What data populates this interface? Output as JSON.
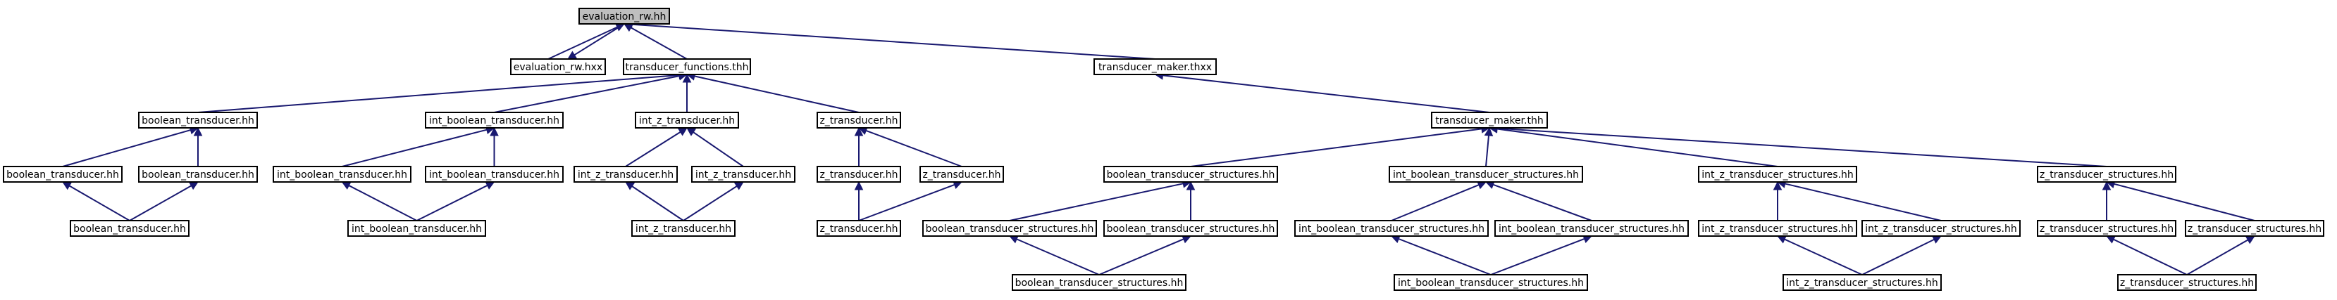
{
  "diagram": {
    "colors": {
      "edge": "#191970",
      "root_fill": "#bfbfbf",
      "node_fill": "#ffffff",
      "border": "#000000"
    },
    "nodes": [
      {
        "id": "evaluation_rw_hh",
        "label": "evaluation_rw.hh",
        "root": true
      },
      {
        "id": "evaluation_rw_hxx",
        "label": "evaluation_rw.hxx"
      },
      {
        "id": "transducer_functions_thh",
        "label": "transducer_functions.thh"
      },
      {
        "id": "transducer_maker_thxx",
        "label": "transducer_maker.thxx"
      },
      {
        "id": "boolean_transducer_hh_1",
        "label": "boolean_transducer.hh"
      },
      {
        "id": "int_boolean_transducer_hh_1",
        "label": "int_boolean_transducer.hh"
      },
      {
        "id": "int_z_transducer_hh_1",
        "label": "int_z_transducer.hh"
      },
      {
        "id": "z_transducer_hh_1",
        "label": "z_transducer.hh"
      },
      {
        "id": "transducer_maker_thh",
        "label": "transducer_maker.thh"
      },
      {
        "id": "boolean_transducer_hh_2a",
        "label": "boolean_transducer.hh"
      },
      {
        "id": "boolean_transducer_hh_2b",
        "label": "boolean_transducer.hh"
      },
      {
        "id": "int_boolean_transducer_hh_2a",
        "label": "int_boolean_transducer.hh"
      },
      {
        "id": "int_boolean_transducer_hh_2b",
        "label": "int_boolean_transducer.hh"
      },
      {
        "id": "int_z_transducer_hh_2a",
        "label": "int_z_transducer.hh"
      },
      {
        "id": "int_z_transducer_hh_2b",
        "label": "int_z_transducer.hh"
      },
      {
        "id": "z_transducer_hh_2a",
        "label": "z_transducer.hh"
      },
      {
        "id": "z_transducer_hh_2b",
        "label": "z_transducer.hh"
      },
      {
        "id": "boolean_transducer_structures_hh_1",
        "label": "boolean_transducer_structures.hh"
      },
      {
        "id": "int_boolean_transducer_structures_hh_1",
        "label": "int_boolean_transducer_structures.hh"
      },
      {
        "id": "int_z_transducer_structures_hh_1",
        "label": "int_z_transducer_structures.hh"
      },
      {
        "id": "z_transducer_structures_hh_1",
        "label": "z_transducer_structures.hh"
      },
      {
        "id": "boolean_transducer_hh_3",
        "label": "boolean_transducer.hh"
      },
      {
        "id": "int_boolean_transducer_hh_3",
        "label": "int_boolean_transducer.hh"
      },
      {
        "id": "int_z_transducer_hh_3",
        "label": "int_z_transducer.hh"
      },
      {
        "id": "z_transducer_hh_3",
        "label": "z_transducer.hh"
      },
      {
        "id": "boolean_transducer_structures_hh_2a",
        "label": "boolean_transducer_structures.hh"
      },
      {
        "id": "boolean_transducer_structures_hh_2b",
        "label": "boolean_transducer_structures.hh"
      },
      {
        "id": "int_boolean_transducer_structures_hh_2a",
        "label": "int_boolean_transducer_structures.hh"
      },
      {
        "id": "int_boolean_transducer_structures_hh_2b",
        "label": "int_boolean_transducer_structures.hh"
      },
      {
        "id": "int_z_transducer_structures_hh_2a",
        "label": "int_z_transducer_structures.hh"
      },
      {
        "id": "int_z_transducer_structures_hh_2b",
        "label": "int_z_transducer_structures.hh"
      },
      {
        "id": "z_transducer_structures_hh_2a",
        "label": "z_transducer_structures.hh"
      },
      {
        "id": "z_transducer_structures_hh_2b",
        "label": "z_transducer_structures.hh"
      },
      {
        "id": "boolean_transducer_structures_hh_3",
        "label": "boolean_transducer_structures.hh"
      },
      {
        "id": "int_boolean_transducer_structures_hh_3",
        "label": "int_boolean_transducer_structures.hh"
      },
      {
        "id": "int_z_transducer_structures_hh_3",
        "label": "int_z_transducer_structures.hh"
      },
      {
        "id": "z_transducer_structures_hh_3",
        "label": "z_transducer_structures.hh"
      }
    ],
    "edges": [
      {
        "from": "evaluation_rw_hxx",
        "to": "evaluation_rw_hh"
      },
      {
        "from": "evaluation_rw_hh",
        "to": "evaluation_rw_hxx"
      },
      {
        "from": "transducer_functions_thh",
        "to": "evaluation_rw_hh"
      },
      {
        "from": "transducer_maker_thxx",
        "to": "evaluation_rw_hh"
      },
      {
        "from": "boolean_transducer_hh_1",
        "to": "transducer_functions_thh"
      },
      {
        "from": "int_boolean_transducer_hh_1",
        "to": "transducer_functions_thh"
      },
      {
        "from": "int_z_transducer_hh_1",
        "to": "transducer_functions_thh"
      },
      {
        "from": "z_transducer_hh_1",
        "to": "transducer_functions_thh"
      },
      {
        "from": "transducer_maker_thh",
        "to": "transducer_maker_thxx"
      },
      {
        "from": "boolean_transducer_hh_2a",
        "to": "boolean_transducer_hh_1"
      },
      {
        "from": "boolean_transducer_hh_2b",
        "to": "boolean_transducer_hh_1"
      },
      {
        "from": "boolean_transducer_hh_3",
        "to": "boolean_transducer_hh_2a"
      },
      {
        "from": "boolean_transducer_hh_3",
        "to": "boolean_transducer_hh_2b"
      },
      {
        "from": "int_boolean_transducer_hh_2a",
        "to": "int_boolean_transducer_hh_1"
      },
      {
        "from": "int_boolean_transducer_hh_2b",
        "to": "int_boolean_transducer_hh_1"
      },
      {
        "from": "int_boolean_transducer_hh_3",
        "to": "int_boolean_transducer_hh_2a"
      },
      {
        "from": "int_boolean_transducer_hh_3",
        "to": "int_boolean_transducer_hh_2b"
      },
      {
        "from": "int_z_transducer_hh_2a",
        "to": "int_z_transducer_hh_1"
      },
      {
        "from": "int_z_transducer_hh_2b",
        "to": "int_z_transducer_hh_1"
      },
      {
        "from": "int_z_transducer_hh_3",
        "to": "int_z_transducer_hh_2a"
      },
      {
        "from": "int_z_transducer_hh_3",
        "to": "int_z_transducer_hh_2b"
      },
      {
        "from": "z_transducer_hh_2a",
        "to": "z_transducer_hh_1"
      },
      {
        "from": "z_transducer_hh_2b",
        "to": "z_transducer_hh_1"
      },
      {
        "from": "z_transducer_hh_3",
        "to": "z_transducer_hh_2a"
      },
      {
        "from": "z_transducer_hh_3",
        "to": "z_transducer_hh_2b"
      },
      {
        "from": "boolean_transducer_structures_hh_1",
        "to": "transducer_maker_thh"
      },
      {
        "from": "int_boolean_transducer_structures_hh_1",
        "to": "transducer_maker_thh"
      },
      {
        "from": "int_z_transducer_structures_hh_1",
        "to": "transducer_maker_thh"
      },
      {
        "from": "z_transducer_structures_hh_1",
        "to": "transducer_maker_thh"
      },
      {
        "from": "boolean_transducer_structures_hh_2a",
        "to": "boolean_transducer_structures_hh_1"
      },
      {
        "from": "boolean_transducer_structures_hh_2b",
        "to": "boolean_transducer_structures_hh_1"
      },
      {
        "from": "boolean_transducer_structures_hh_3",
        "to": "boolean_transducer_structures_hh_2a"
      },
      {
        "from": "boolean_transducer_structures_hh_3",
        "to": "boolean_transducer_structures_hh_2b"
      },
      {
        "from": "int_boolean_transducer_structures_hh_2a",
        "to": "int_boolean_transducer_structures_hh_1"
      },
      {
        "from": "int_boolean_transducer_structures_hh_2b",
        "to": "int_boolean_transducer_structures_hh_1"
      },
      {
        "from": "int_boolean_transducer_structures_hh_3",
        "to": "int_boolean_transducer_structures_hh_2a"
      },
      {
        "from": "int_boolean_transducer_structures_hh_3",
        "to": "int_boolean_transducer_structures_hh_2b"
      },
      {
        "from": "int_z_transducer_structures_hh_2a",
        "to": "int_z_transducer_structures_hh_1"
      },
      {
        "from": "int_z_transducer_structures_hh_2b",
        "to": "int_z_transducer_structures_hh_1"
      },
      {
        "from": "int_z_transducer_structures_hh_3",
        "to": "int_z_transducer_structures_hh_2a"
      },
      {
        "from": "int_z_transducer_structures_hh_3",
        "to": "int_z_transducer_structures_hh_2b"
      },
      {
        "from": "z_transducer_structures_hh_2a",
        "to": "z_transducer_structures_hh_1"
      },
      {
        "from": "z_transducer_structures_hh_2b",
        "to": "z_transducer_structures_hh_1"
      },
      {
        "from": "z_transducer_structures_hh_3",
        "to": "z_transducer_structures_hh_2a"
      },
      {
        "from": "z_transducer_structures_hh_3",
        "to": "z_transducer_structures_hh_2b"
      }
    ]
  }
}
